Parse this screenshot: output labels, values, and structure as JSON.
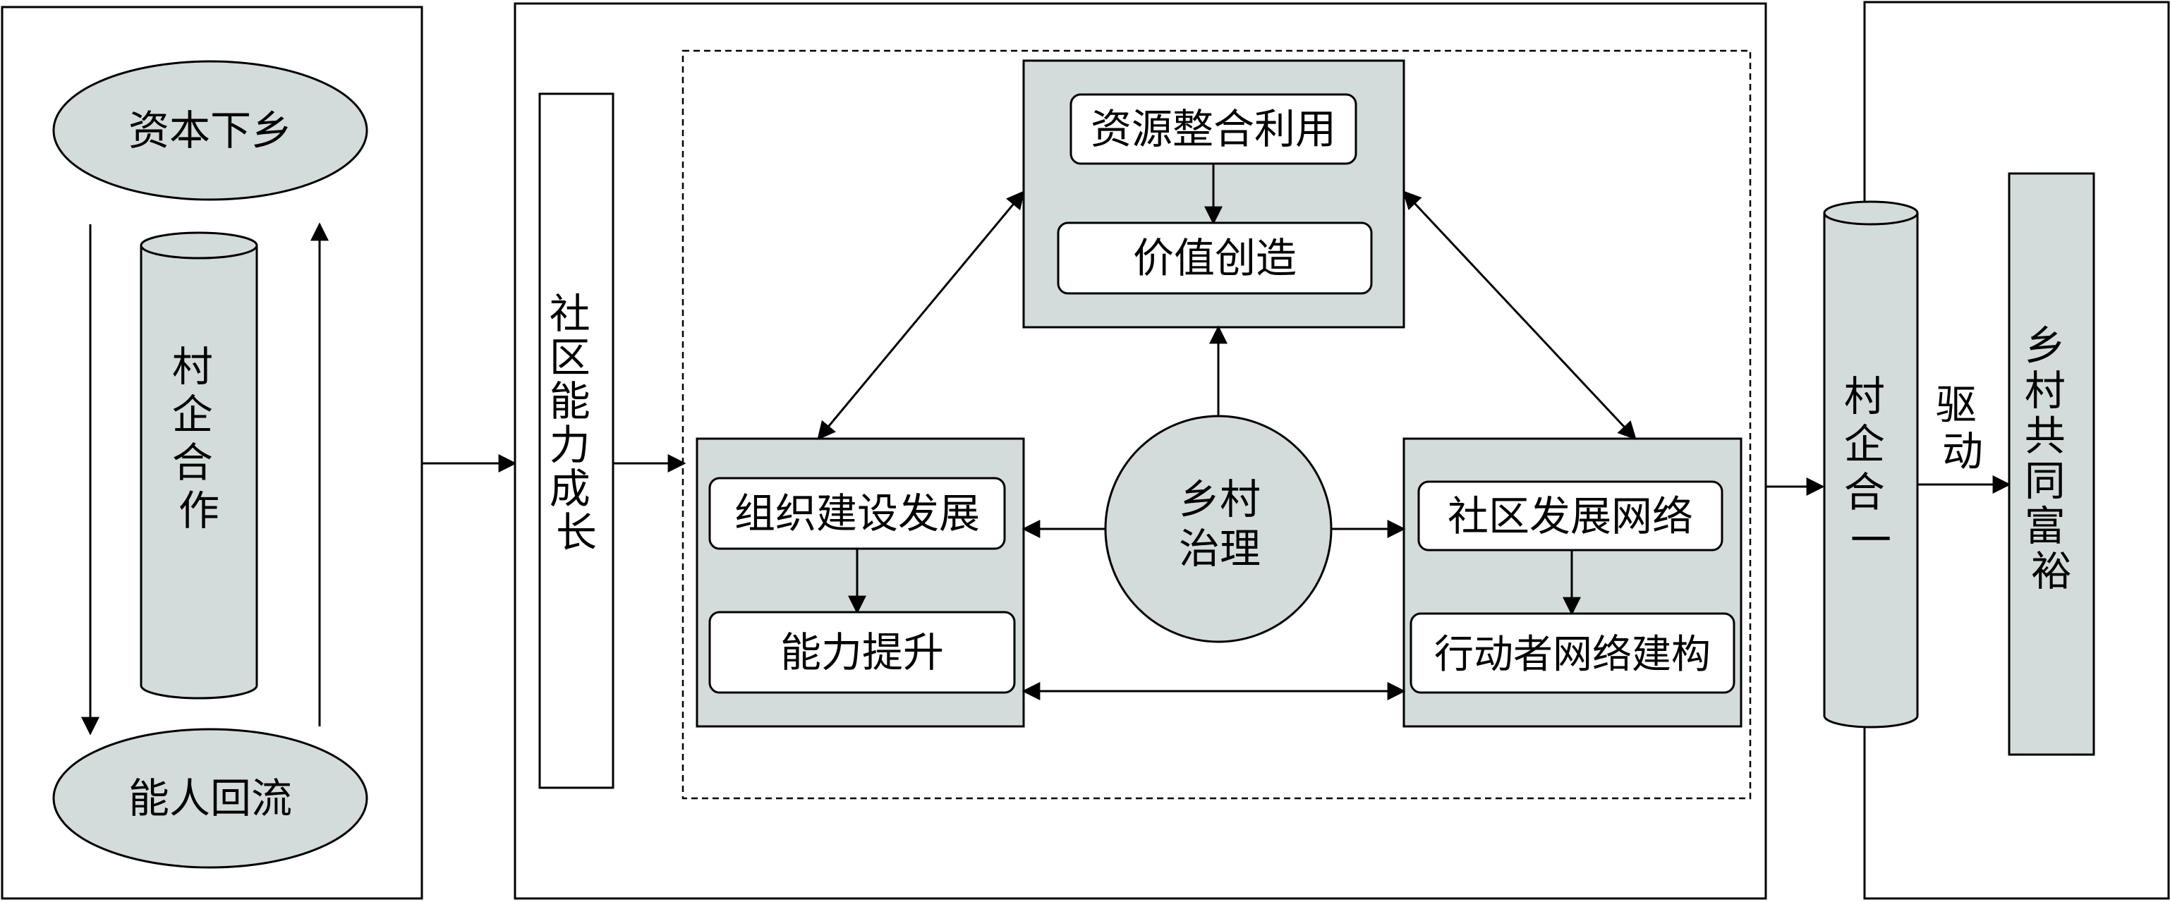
{
  "left_panel": {
    "capital_to_countryside": "资本下乡",
    "village_enterprise_cooperation": "村企合作",
    "talent_return": "能人回流"
  },
  "community_capacity": "社区能力成长",
  "governance_model": {
    "center": {
      "line1": "乡村",
      "line2": "治理"
    },
    "top_box": {
      "resource_integration": "资源整合利用",
      "value_creation": "价值创造"
    },
    "left_box": {
      "organization_building": "组织建设发展",
      "capacity_improvement": "能力提升"
    },
    "right_box": {
      "community_network": "社区发展网络",
      "actor_network": "行动者网络建构"
    }
  },
  "village_enterprise_unity": "村企合一",
  "drive_label": "驱动",
  "common_prosperity": "乡村共同富裕",
  "colors": {
    "fill": "#d3dcda",
    "stroke": "#000000",
    "background": "#ffffff"
  }
}
